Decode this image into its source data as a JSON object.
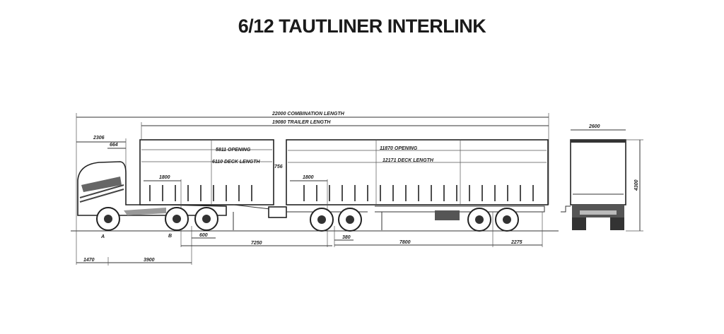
{
  "title": "6/12 TAUTLINER INTERLINK",
  "dimensions": {
    "combination_length": "22000 COMBINATION LENGTH",
    "trailer_length": "19080 TRAILER LENGTH",
    "cab_length": "2306",
    "cab_gap": "664",
    "lead_opening": "5811 OPENING",
    "lead_deck": "6110 DECK LENGTH",
    "lead_1800": "1800",
    "gap_756": "756",
    "rear_1800": "1800",
    "rear_opening": "11870 OPENING",
    "rear_deck": "12171 DECK LENGTH",
    "point_a": "A",
    "point_b": "B",
    "dim_600": "600",
    "dim_7250": "7250",
    "dim_380": "380",
    "dim_7800": "7800",
    "dim_2275": "2275",
    "dim_1470": "1470",
    "dim_3900": "3900",
    "width_2600": "2600",
    "height_4300": "4300"
  }
}
